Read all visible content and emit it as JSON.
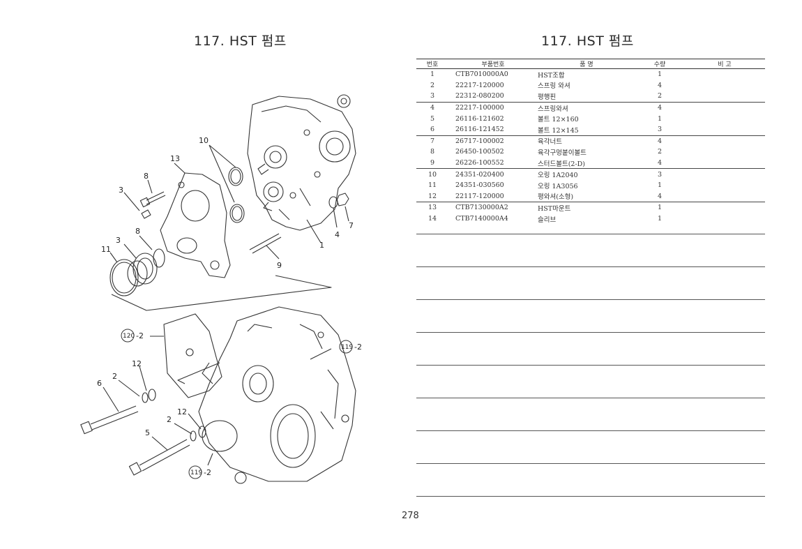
{
  "header": {
    "title_left": "117. HST 펌프",
    "title_right": "117. HST 펌프"
  },
  "table": {
    "headers": [
      "번호",
      "부품번호",
      "품      명",
      "수량",
      "비  고"
    ],
    "rows": [
      {
        "no": "1",
        "part": "CTB7010000A0",
        "name": "HST조합",
        "qty": "1",
        "note": ""
      },
      {
        "no": "2",
        "part": "22217-120000",
        "name": "스프링 와셔",
        "qty": "4",
        "note": ""
      },
      {
        "no": "3",
        "part": "22312-080200",
        "name": "평행핀",
        "qty": "2",
        "note": ""
      },
      {
        "no": "4",
        "part": "22217-100000",
        "name": "스프링와셔",
        "qty": "4",
        "note": ""
      },
      {
        "no": "5",
        "part": "26116-121602",
        "name": "볼트 12×160",
        "qty": "1",
        "note": ""
      },
      {
        "no": "6",
        "part": "26116-121452",
        "name": "볼트 12×145",
        "qty": "3",
        "note": ""
      },
      {
        "no": "7",
        "part": "26717-100002",
        "name": "육각너트",
        "qty": "4",
        "note": ""
      },
      {
        "no": "8",
        "part": "26450-100502",
        "name": "육각구멍붙이볼트",
        "qty": "2",
        "note": ""
      },
      {
        "no": "9",
        "part": "26226-100552",
        "name": "스터드볼트(2-D)",
        "qty": "4",
        "note": ""
      },
      {
        "no": "10",
        "part": "24351-020400",
        "name": "오링 1A2040",
        "qty": "3",
        "note": ""
      },
      {
        "no": "11",
        "part": "24351-030560",
        "name": "오링 1A3056",
        "qty": "1",
        "note": ""
      },
      {
        "no": "12",
        "part": "22117-120000",
        "name": "평와셔(소형)",
        "qty": "4",
        "note": ""
      },
      {
        "no": "13",
        "part": "CTB7130000A2",
        "name": "HST마운트",
        "qty": "1",
        "note": ""
      },
      {
        "no": "14",
        "part": "CTB7140000A4",
        "name": "슬리브",
        "qty": "1",
        "note": ""
      }
    ]
  },
  "diagram": {
    "callouts": [
      "10",
      "13",
      "8",
      "3",
      "8",
      "3",
      "11",
      "9",
      "1",
      "4",
      "7",
      "12",
      "2",
      "6",
      "12",
      "2",
      "5"
    ],
    "refs": [
      "120",
      "-2",
      "119",
      "-2",
      "119",
      "-2"
    ]
  },
  "footer": {
    "page_number": "278"
  }
}
